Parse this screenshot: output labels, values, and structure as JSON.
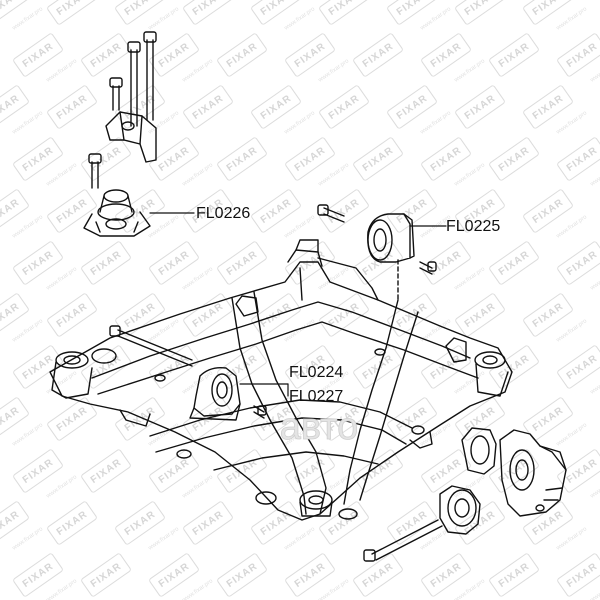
{
  "watermark": {
    "brand": "FIXAR",
    "site": "www.fixar.pro"
  },
  "center_watermark": {
    "text": "авто"
  },
  "parts": [
    {
      "id": "fl0226",
      "label": "FL0226"
    },
    {
      "id": "fl0225",
      "label": "FL0225"
    },
    {
      "id": "fl0224",
      "label": "FL0224"
    },
    {
      "id": "fl0227",
      "label": "FL0227"
    }
  ],
  "colors": {
    "line": "#111111",
    "watermark": "#d6d6d6",
    "background": "#ffffff"
  }
}
